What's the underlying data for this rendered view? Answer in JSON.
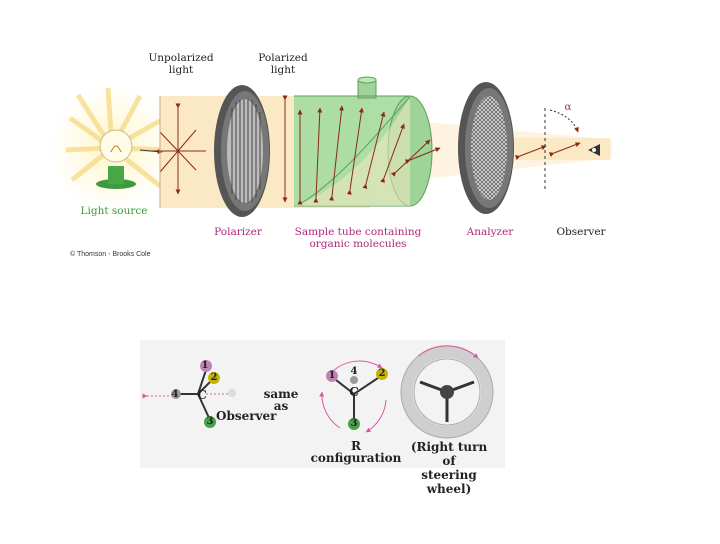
{
  "polarimeter": {
    "labels": {
      "unpolarized": "Unpolarized\nlight",
      "polarized": "Polarized\nlight",
      "light_source": "Light source",
      "polarizer": "Polarizer",
      "sample_tube": "Sample tube containing\norganic molecules",
      "analyzer": "Analyzer",
      "observer": "Observer",
      "alpha": "α",
      "copyright": "© Thomson - Brooks Cole"
    },
    "colors": {
      "beam": "#fbe9c6",
      "tube": "#a9dca3",
      "arrow": "#8b2a12",
      "label_green": "#3a9a3a",
      "label_purple": "#b0287a"
    }
  },
  "r_configuration": {
    "labels": {
      "same_as": "same as",
      "observer": "Observer",
      "r_config": "R configuration",
      "right_turn": "(Right turn of\nsteering wheel)",
      "carbon": "C",
      "n1": "1",
      "n2": "2",
      "n3": "3",
      "n4": "4"
    }
  }
}
